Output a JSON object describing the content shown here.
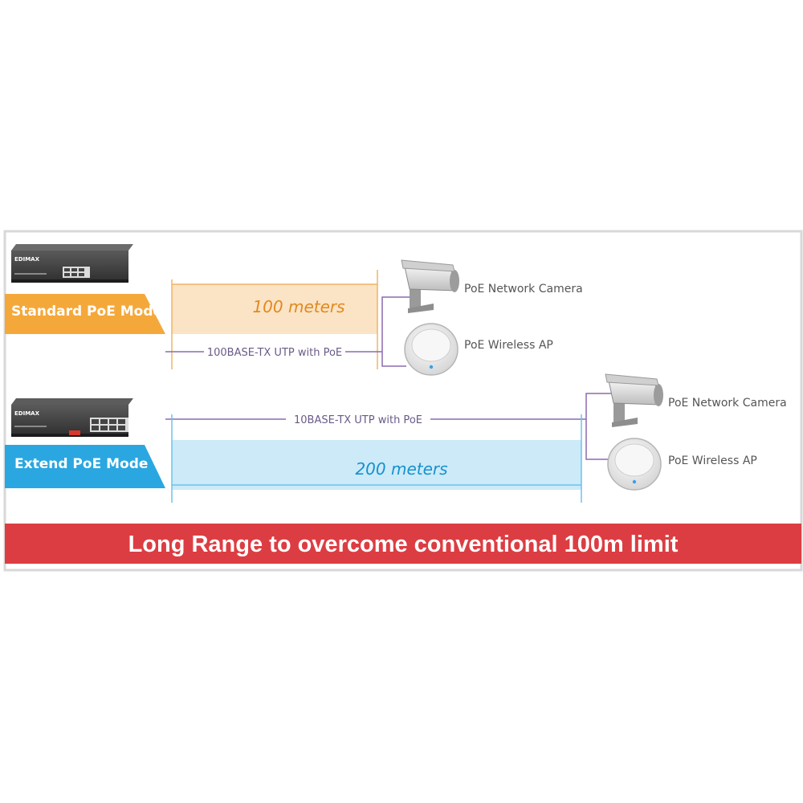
{
  "standard": {
    "switch_brand": "EDIMAX",
    "mode_label": "Standard PoE Mode",
    "distance_label": "100 meters",
    "cable_label": "100BASE-TX UTP with PoE",
    "devices": {
      "camera_label": "PoE Network Camera",
      "ap_label": "PoE Wireless AP"
    }
  },
  "extend": {
    "switch_brand": "EDIMAX",
    "mode_label": "Extend PoE Mode",
    "distance_label": "200 meters",
    "cable_label": "10BASE-TX UTP with PoE",
    "devices": {
      "camera_label": "PoE Network Camera",
      "ap_label": "PoE Wireless AP"
    }
  },
  "banner": {
    "text": "Long Range to overcome conventional 100m limit"
  },
  "colors": {
    "orange_tab": "#f5a83a",
    "orange_band": "#fbe3c6",
    "orange_text": "#e08a1e",
    "blue_tab": "#2aa7e0",
    "blue_band": "#cdeaf8",
    "blue_text": "#1592cf",
    "cable": "#8b6ab0",
    "banner_red": "#dc3d42"
  }
}
